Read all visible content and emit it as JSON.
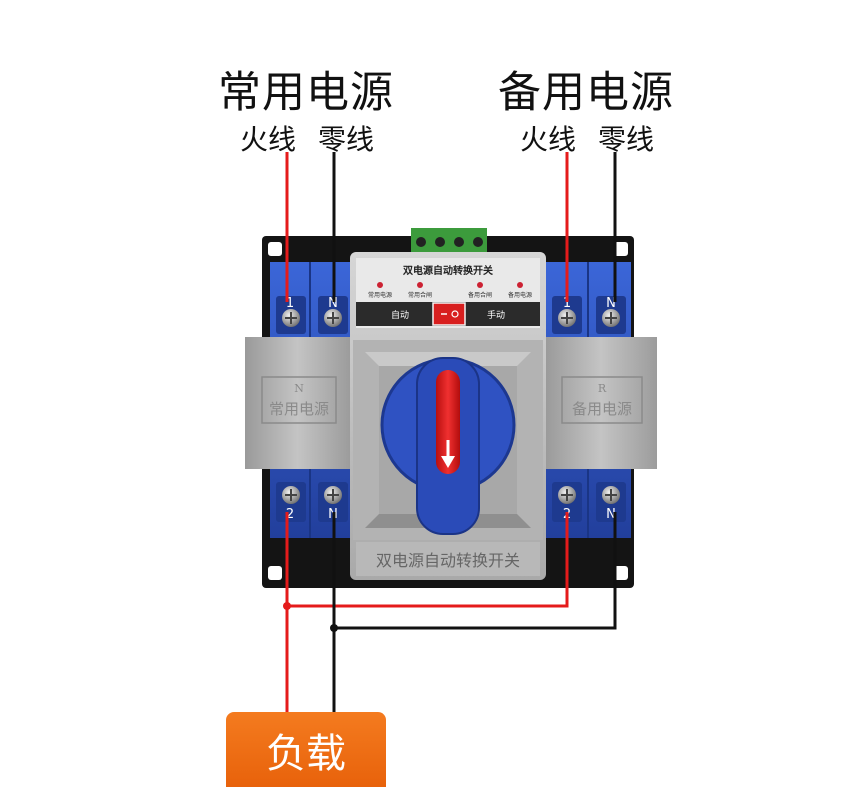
{
  "sources": {
    "normal": {
      "title": "常用电源",
      "live": "火线",
      "neutral": "零线"
    },
    "backup": {
      "title": "备用电源",
      "live": "火线",
      "neutral": "零线"
    }
  },
  "switch": {
    "panel_title": "双电源自动转换开关",
    "indicators": [
      "常用电源",
      "常用合闸",
      "备用合闸",
      "备用电源"
    ],
    "mode_auto": "自动",
    "mode_manual": "手动",
    "bottom_label": "双电源自动转换开关",
    "left_cover_top": "N",
    "left_cover_text": "常用电源",
    "right_cover_top": "R",
    "right_cover_text": "备用电源",
    "terminal_top_left": [
      "1",
      "N"
    ],
    "terminal_top_right": [
      "1",
      "N"
    ],
    "terminal_bottom_left": [
      "2",
      "N"
    ],
    "terminal_bottom_right": [
      "2",
      "N"
    ]
  },
  "load_label": "负载",
  "colors": {
    "live": "#e51b1b",
    "neutral": "#111111",
    "accent": "#ee6a12",
    "body_blue": "#2f58c8"
  }
}
